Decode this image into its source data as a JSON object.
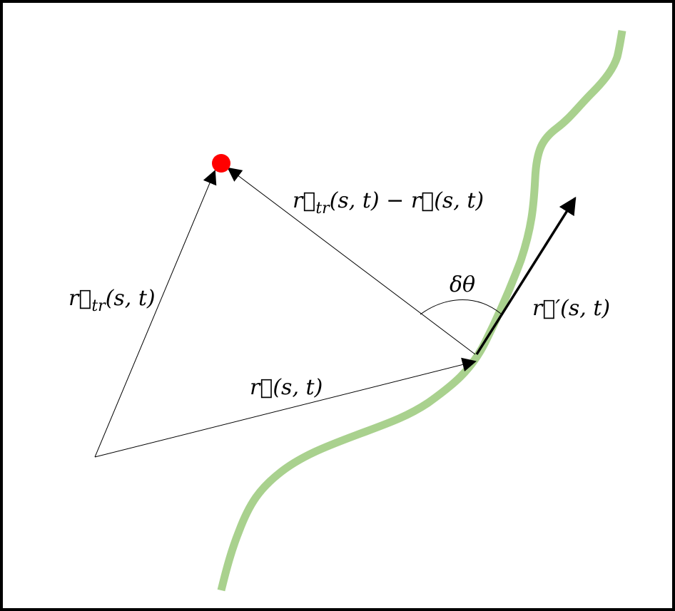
{
  "colors": {
    "curve": "#a9d18e",
    "target_point": "#ff0000",
    "vector": "#000000",
    "background": "#ffffff"
  },
  "labels": {
    "r_tr": "r⃗tr(s, t)",
    "r_tr_main": "r⃗",
    "r_tr_sub": "tr",
    "r_tr_args": "(s, t)",
    "difference_a": "r⃗",
    "difference_sub": "tr",
    "difference_b": "(s, t) − r⃗(s, t)",
    "r": "r⃗(s, t)",
    "r_prime": "r⃗′(s, t)",
    "angle": "δθ"
  }
}
